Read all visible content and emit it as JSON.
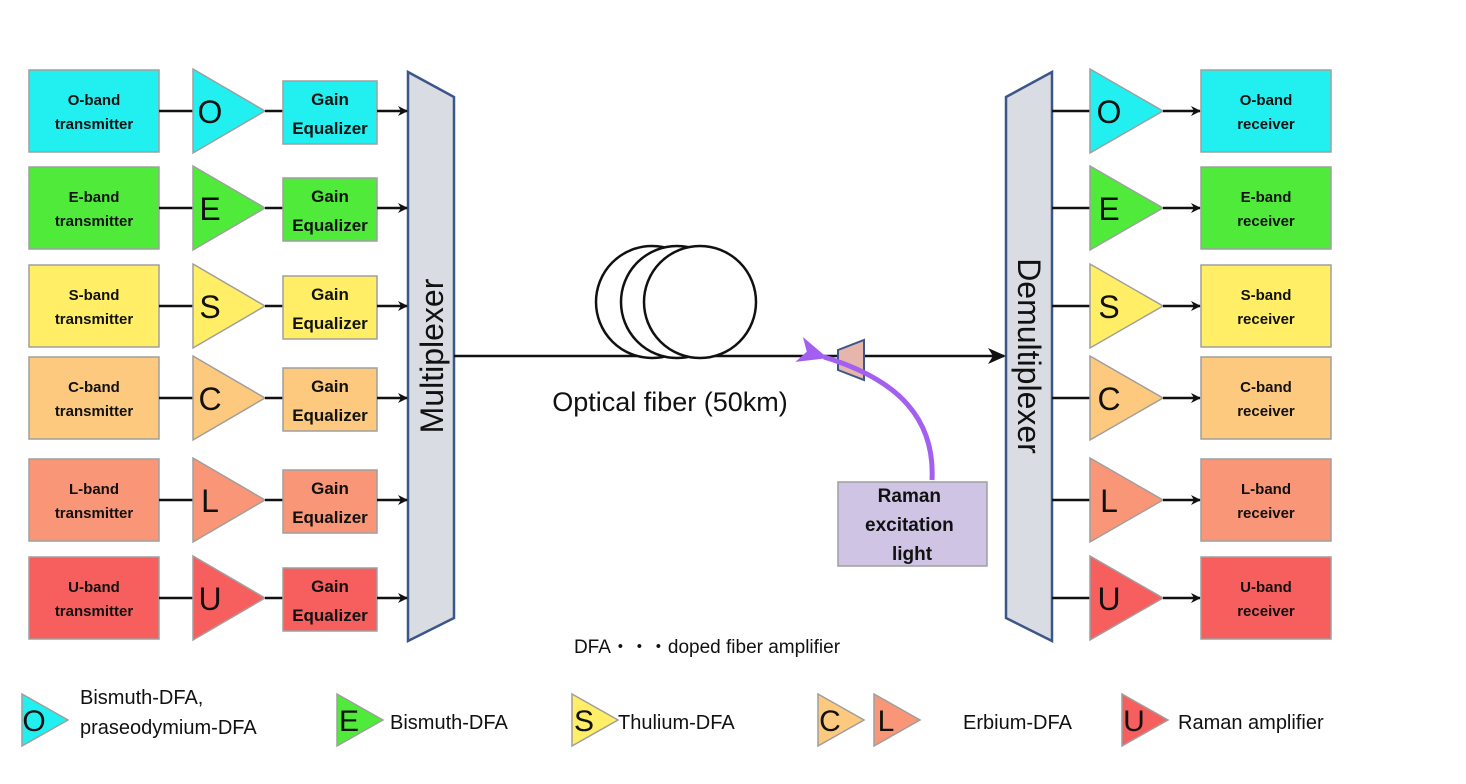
{
  "colors": {
    "O": "#22f0f0",
    "E": "#4fea3a",
    "S": "#ffee66",
    "C": "#fcc97f",
    "L": "#f99677",
    "U": "#f75f5f",
    "mux": "#d9dce2",
    "raman_box": "#cfc4e4",
    "raman_arrow": "#a25ff0",
    "raman_coupler": "#e6b6ad"
  },
  "bands": [
    {
      "key": "O",
      "transmitter": [
        "O-band",
        "transmitter"
      ],
      "amp": "O",
      "equalizer": [
        "Gain",
        "Equalizer"
      ],
      "receiver": [
        "O-band",
        "receiver"
      ]
    },
    {
      "key": "E",
      "transmitter": [
        "E-band",
        "transmitter"
      ],
      "amp": "E",
      "equalizer": [
        "Gain",
        "Equalizer"
      ],
      "receiver": [
        "E-band",
        "receiver"
      ]
    },
    {
      "key": "S",
      "transmitter": [
        "S-band",
        "transmitter"
      ],
      "amp": "S",
      "equalizer": [
        "Gain",
        "Equalizer"
      ],
      "receiver": [
        "S-band",
        "receiver"
      ]
    },
    {
      "key": "C",
      "transmitter": [
        "C-band",
        "transmitter"
      ],
      "amp": "C",
      "equalizer": [
        "Gain",
        "Equalizer"
      ],
      "receiver": [
        "C-band",
        "receiver"
      ]
    },
    {
      "key": "L",
      "transmitter": [
        "L-band",
        "transmitter"
      ],
      "amp": "L",
      "equalizer": [
        "Gain",
        "Equalizer"
      ],
      "receiver": [
        "L-band",
        "receiver"
      ]
    },
    {
      "key": "U",
      "transmitter": [
        "U-band",
        "transmitter"
      ],
      "amp": "U",
      "equalizer": [
        "Gain",
        "Equalizer"
      ],
      "receiver": [
        "U-band",
        "receiver"
      ]
    }
  ],
  "multiplexer_label": "Multiplexer",
  "demultiplexer_label": "Demultiplexer",
  "fiber_label": "Optical fiber (50km)",
  "raman_label": [
    "Raman",
    "excitation",
    "light"
  ],
  "dfa_note": "DFA・・・doped fiber amplifier",
  "legend": [
    {
      "letters": [
        "O"
      ],
      "text": [
        "Bismuth-DFA,",
        "praseodymium-DFA"
      ]
    },
    {
      "letters": [
        "E"
      ],
      "text": [
        "Bismuth-DFA"
      ]
    },
    {
      "letters": [
        "S"
      ],
      "text": [
        "Thulium-DFA"
      ]
    },
    {
      "letters": [
        "C",
        "L"
      ],
      "text": [
        "Erbium-DFA"
      ]
    },
    {
      "letters": [
        "U"
      ],
      "text": [
        "Raman amplifier"
      ]
    }
  ]
}
